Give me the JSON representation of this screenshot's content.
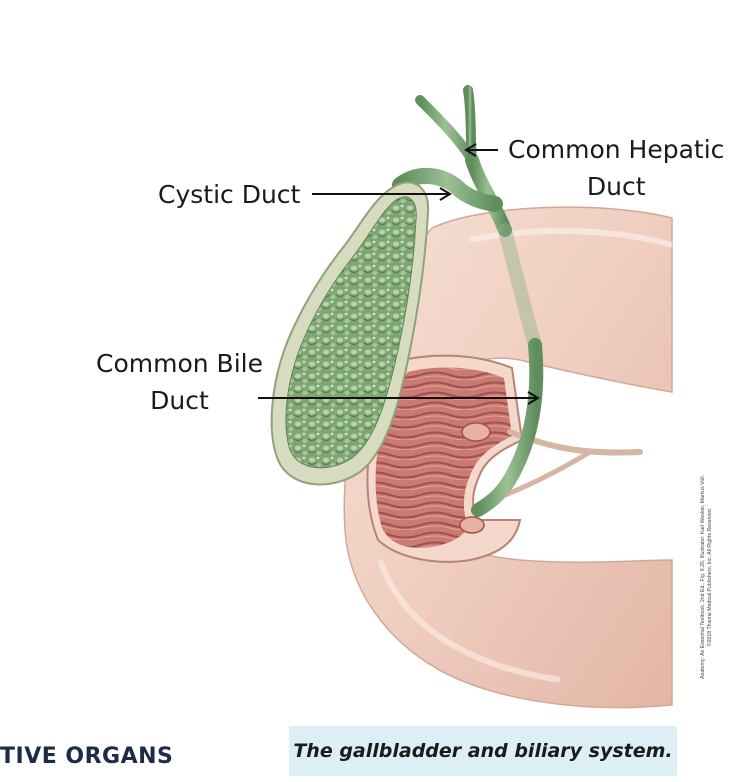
{
  "labels": {
    "cystic_duct": "Cystic Duct",
    "common_hepatic_line1": "Common Hepatic",
    "common_hepatic_line2": "Duct",
    "common_bile_line1": "Common Bile",
    "common_bile_line2": "Duct"
  },
  "credit": {
    "line1": "Anatomy: An Essential Textbook, 2nd Ed., Fig. 9.20, Illustrator: Karl Wesker, Markus Voll.",
    "line2": "©2018 Thieme Medical Publishers, Inc. All Rights Reserved."
  },
  "section_tag": "TIVE ORGANS",
  "caption": "The gallbladder and biliary system.",
  "colors": {
    "gallbladder_wall": "#cfd6b8",
    "gallbladder_mucosa": "#6f9a63",
    "duct_green": "#7fa77a",
    "duodenum_skin": "#f1d3c6",
    "duodenum_lumen": "#bf6f6a",
    "caption_bg": "#dbeff4"
  }
}
